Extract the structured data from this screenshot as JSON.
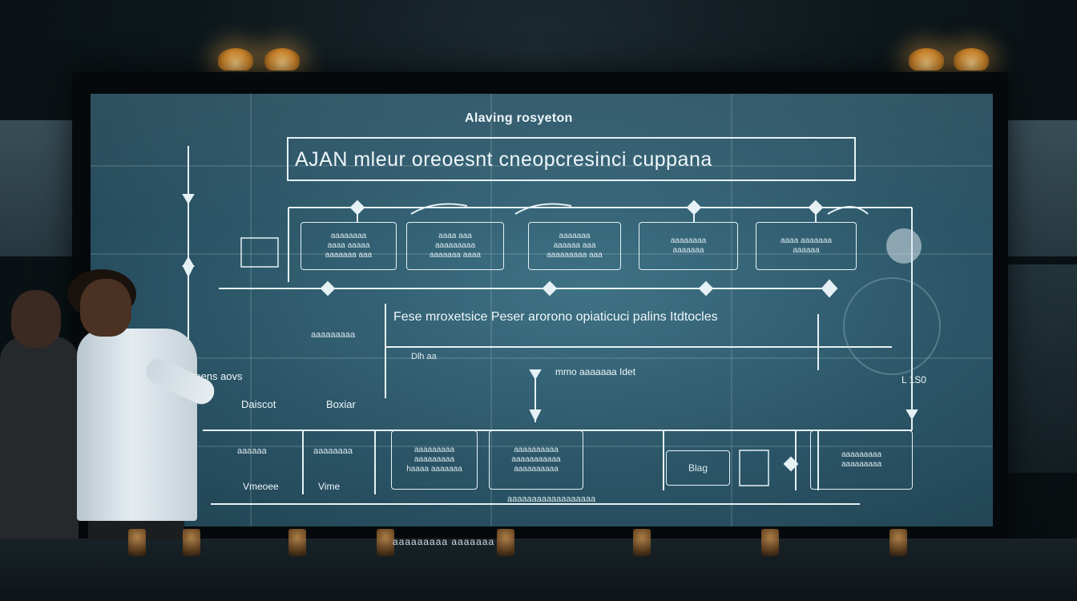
{
  "screen": {
    "top_label": "Alaving rosyeton",
    "title": "AJAN mleur oreoesnt cneopcresinci cuppana",
    "mid_heading": "Fese mroxetsice Peser arorono  opiaticuci palins Itdtocles",
    "top_nodes": [
      {
        "text": "aaaaaaaa\naaaa aaaaa\naaaaaaa aaa"
      },
      {
        "text": "aaaa aaa\naaaaaaaaa\naaaaaaa aaaa"
      },
      {
        "text": "aaaaaaa\naaaaaa aaa\naaaaaaaaa aaa"
      },
      {
        "text": "aaaaaaaa\naaaaaaa"
      },
      {
        "text": "aaaa aaaaaaa\naaaaaa"
      }
    ],
    "left_labels": {
      "row_a": "aaaaaaaaa",
      "row_b": "Dleens aovs",
      "row_c1": "Daiscot",
      "row_c2": "Boxiar",
      "row_d1": "aaaaaa",
      "row_d2": "aaaaaaaa",
      "row_e1": "Vmeoee",
      "row_e2": "Vime",
      "right_mark": "L 1S0",
      "mid_row": "mmo aaaaaaa Idet",
      "small_left": "Dlh aa",
      "bottom_label": "aaaaaaaaaaaaaaaaaa"
    },
    "bottom_boxes": [
      {
        "text": "aaaaaaaaa\naaaaaaaaa\nhaaaa aaaaaaa"
      },
      {
        "text": "aaaaaaaaaa\naaaaaaaaaaa\naaaaaaaaaa"
      },
      {
        "text": "Blag"
      },
      {
        "text": "aaaaaaaaa\naaaaaaaaa"
      }
    ]
  },
  "room_bottom_text": "aaaaaaaaa aaaaaaa"
}
